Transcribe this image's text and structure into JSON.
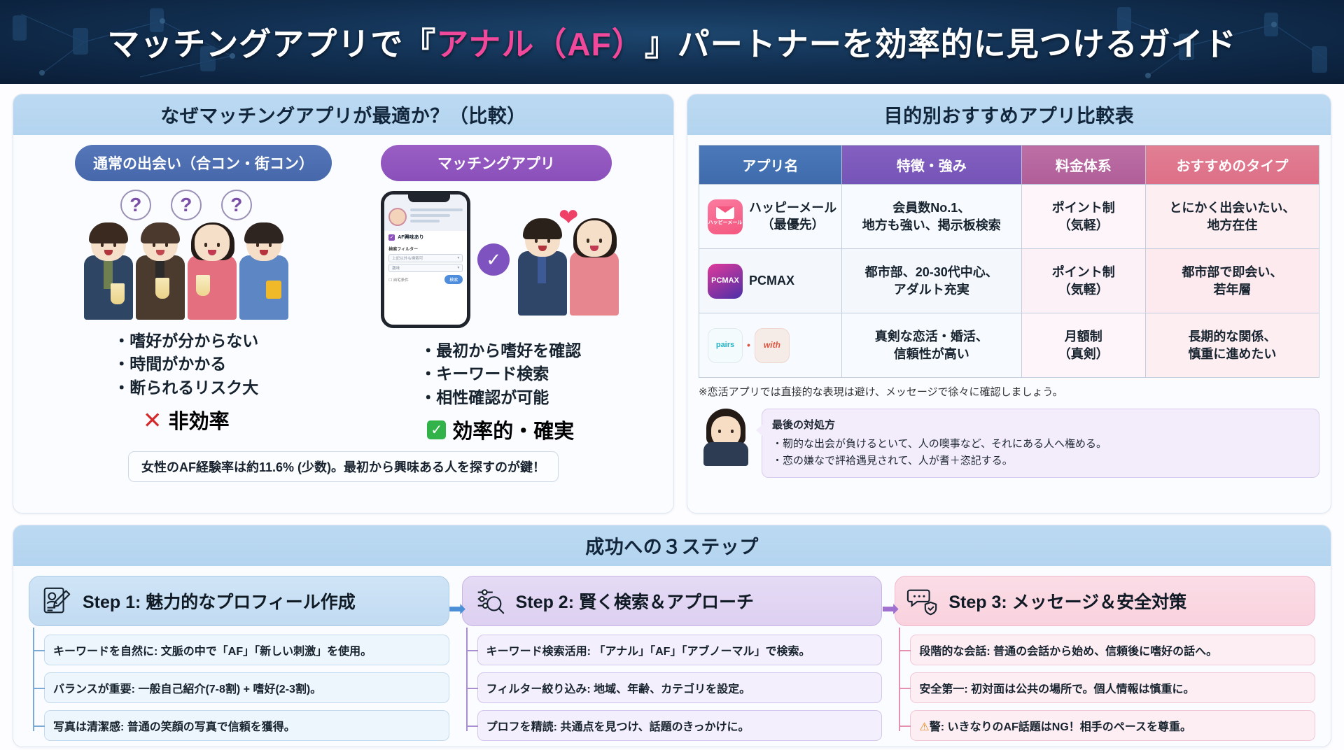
{
  "header": {
    "title_part1": "マッチングアプリで",
    "title_quote_open": "『",
    "title_highlight": "アナル（AF）",
    "title_quote_close": "』",
    "title_part2": "パートナーを効率的に見つけるガイド",
    "bg_color": "#123052",
    "highlight_color": "#f0489a"
  },
  "left_panel": {
    "heading": "なぜマッチングアプリが最適か？（比較）",
    "left_col": {
      "pill_label": "通常の出会い（合コン・街コン）",
      "question_marks": [
        "?",
        "?",
        "?"
      ],
      "bullets": [
        "・嗜好が分からない",
        "・時間がかかる",
        "・断られるリスク大"
      ],
      "verdict_icon": "cross-icon",
      "verdict": "非効率"
    },
    "right_col": {
      "pill_label": "マッチングアプリ",
      "phone": {
        "checkbox_label": "AF興味あり",
        "filter_label": "検索フィルター",
        "select1": "上記以外も検索可",
        "select2": "趣味",
        "checkbox2": "自宅条件",
        "button": "検索"
      },
      "bullets": [
        "・最初から嗜好を確認",
        "・キーワード検索",
        "・相性確認が可能"
      ],
      "verdict_icon": "check-icon",
      "verdict": "効率的・確実"
    },
    "note": "女性のAF経験率は約11.6% (少数)。最初から興味ある人を探すのが鍵！"
  },
  "right_panel": {
    "heading": "目的別おすすめアプリ比較表",
    "table": {
      "columns": [
        "アプリ名",
        "特徴・強み",
        "料金体系",
        "おすすめのタイプ"
      ],
      "rows": [
        {
          "icon": "happymail-icon",
          "icon_label": "ハッピーメール",
          "app": "ハッピーメール\n（最優先）",
          "app_line1": "ハッピーメール",
          "app_line2": "（最優先）",
          "feature": "会員数No.1、\n地方も強い、掲示板検索",
          "feature_line1": "会員数No.1、",
          "feature_line2": "地方も強い、掲示板検索",
          "price_line1": "ポイント制",
          "price_line2": "（気軽）",
          "type_line1": "とにかく出会いたい、",
          "type_line2": "地方在住"
        },
        {
          "icon": "pcmax-icon",
          "icon_label": "PCMAX",
          "app_line1": "PCMAX",
          "app_line2": "",
          "feature_line1": "都市部、20-30代中心、",
          "feature_line2": "アダルト充実",
          "price_line1": "ポイント制",
          "price_line2": "（気軽）",
          "type_line1": "都市部で即会い、",
          "type_line2": "若年層"
        },
        {
          "icon": "pairs-with-icon",
          "icon_label": "pairs",
          "icon_label2": "with",
          "app_line1": "",
          "app_line2": "",
          "feature_line1": "真剣な恋活・婚活、",
          "feature_line2": "信頼性が高い",
          "price_line1": "月額制",
          "price_line2": "（真剣）",
          "type_line1": "長期的な関係、",
          "type_line2": "慎重に進めたい"
        }
      ]
    },
    "table_note": "※恋活アプリでは直接的な表現は避け、メッセージで徐々に確認しましょう。",
    "advice": {
      "title": "最後の対処方",
      "lines": [
        "・靭的な出会が負けるといて、人の噢事など、それにある人へ権める。",
        "・恋の嫌なで評袷遇見されて、人が耆＋恣記する。"
      ]
    }
  },
  "bottom_panel": {
    "heading": "成功への３ステップ",
    "steps": [
      {
        "icon": "profile-edit-icon",
        "title": "Step 1: 魅力的なプロフィール作成",
        "arrow": "➡",
        "items": [
          "キーワードを自然に: 文脈の中で「AF」「新しい刺激」を使用。",
          "バランスが重要: 一般自己紹介(7-8割) + 嗜好(2-3割)。",
          "写真は清潔感: 普通の笑顔の写真で信頼を獲得。"
        ]
      },
      {
        "icon": "search-filter-icon",
        "title": "Step 2:  賢く検索＆アプローチ",
        "arrow": "➡",
        "items": [
          "キーワード検索活用: 「アナル」「AF」「アブノーマル」で検索。",
          "フィルター絞り込み: 地域、年齢、カテゴリを設定。",
          "プロフを精読: 共通点を見つけ、話題のきっかけに。"
        ]
      },
      {
        "icon": "message-shield-icon",
        "title": "Step 3: メッセージ＆安全対策",
        "arrow": "",
        "items": [
          "段階的な会話: 普通の会話から始め、信頼後に嗜好の話へ。",
          "安全第一: 初対面は公共の場所で。個人情報は慎重に。",
          "警: いきなりのAF話題はNG！相手のペースを尊重。"
        ],
        "warn_prefix": "⚠"
      }
    ]
  }
}
